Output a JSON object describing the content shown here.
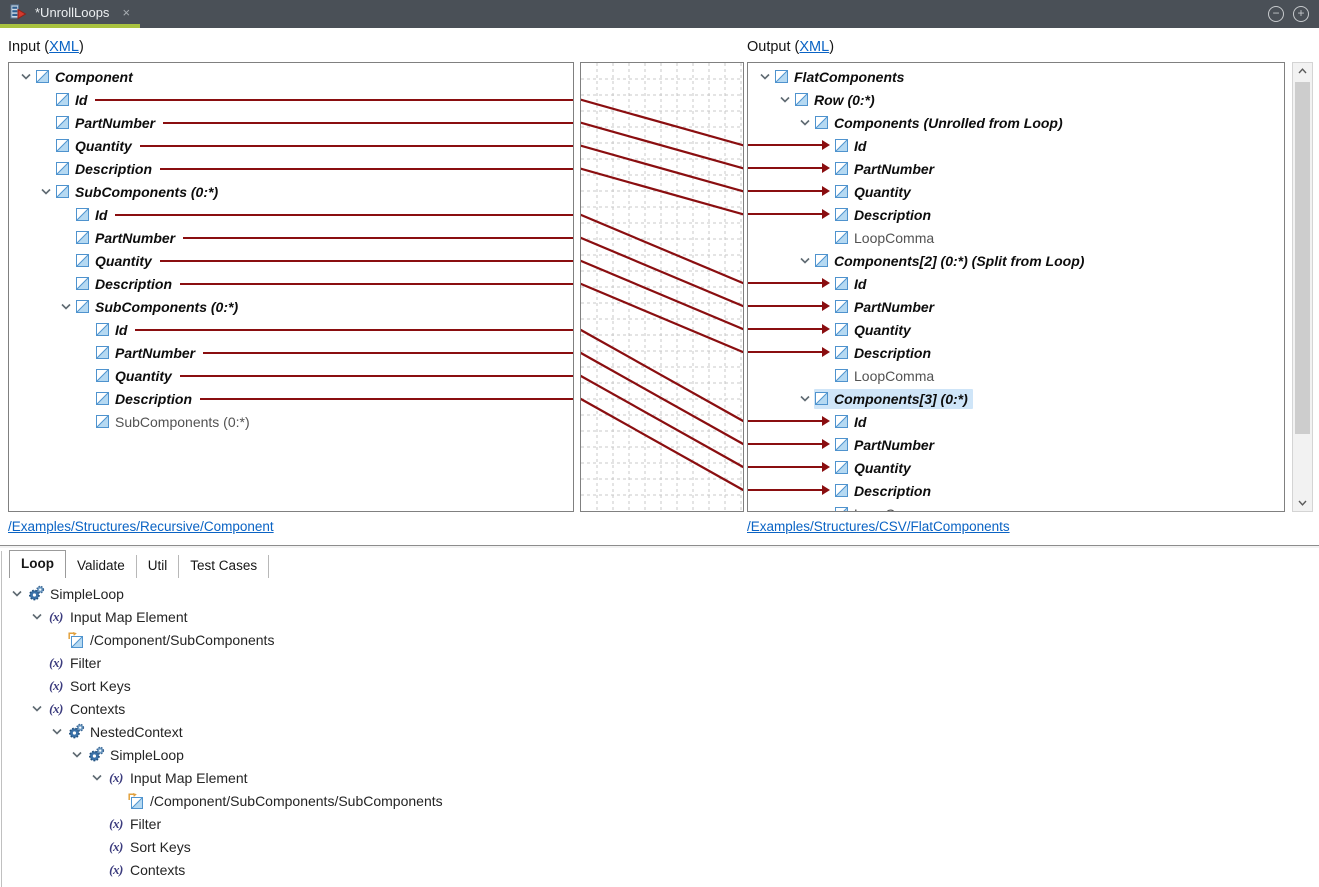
{
  "window": {
    "tab_title": "*UnrollLoops",
    "close_glyph": "×",
    "zoom_out_glyph": "−",
    "zoom_in_glyph": "+"
  },
  "panels": {
    "input": {
      "title_prefix": "Input (",
      "title_link": "XML",
      "title_suffix": ")",
      "path_link": "/Examples/Structures/Recursive/Component"
    },
    "output": {
      "title_prefix": "Output (",
      "title_link": "XML",
      "title_suffix": ")",
      "path_link": "/Examples/Structures/CSV/FlatComponents"
    }
  },
  "input_tree": [
    {
      "label": "Component",
      "depth": 0,
      "expanded": true,
      "style": "mapped"
    },
    {
      "label": "Id",
      "depth": 1,
      "style": "mapped",
      "line": true
    },
    {
      "label": "PartNumber",
      "depth": 1,
      "style": "mapped",
      "line": true
    },
    {
      "label": "Quantity",
      "depth": 1,
      "style": "mapped",
      "line": true
    },
    {
      "label": "Description",
      "depth": 1,
      "style": "mapped",
      "line": true
    },
    {
      "label": "SubComponents (0:*)",
      "depth": 1,
      "expanded": true,
      "style": "mapped"
    },
    {
      "label": "Id",
      "depth": 2,
      "style": "mapped",
      "line": true
    },
    {
      "label": "PartNumber",
      "depth": 2,
      "style": "mapped",
      "line": true
    },
    {
      "label": "Quantity",
      "depth": 2,
      "style": "mapped",
      "line": true
    },
    {
      "label": "Description",
      "depth": 2,
      "style": "mapped",
      "line": true
    },
    {
      "label": "SubComponents (0:*)",
      "depth": 2,
      "expanded": true,
      "style": "mapped"
    },
    {
      "label": "Id",
      "depth": 3,
      "style": "mapped",
      "line": true
    },
    {
      "label": "PartNumber",
      "depth": 3,
      "style": "mapped",
      "line": true
    },
    {
      "label": "Quantity",
      "depth": 3,
      "style": "mapped",
      "line": true
    },
    {
      "label": "Description",
      "depth": 3,
      "style": "mapped",
      "line": true
    },
    {
      "label": "SubComponents (0:*)",
      "depth": 3,
      "style": "plain"
    }
  ],
  "output_tree": [
    {
      "label": "FlatComponents",
      "depth": 0,
      "expanded": true,
      "style": "mapped"
    },
    {
      "label": "Row (0:*)",
      "depth": 1,
      "expanded": true,
      "style": "mapped"
    },
    {
      "label": "Components (Unrolled from Loop)",
      "depth": 2,
      "expanded": true,
      "style": "mapped"
    },
    {
      "label": "Id",
      "depth": 3,
      "style": "mapped",
      "arrow": true
    },
    {
      "label": "PartNumber",
      "depth": 3,
      "style": "mapped",
      "arrow": true
    },
    {
      "label": "Quantity",
      "depth": 3,
      "style": "mapped",
      "arrow": true
    },
    {
      "label": "Description",
      "depth": 3,
      "style": "mapped",
      "arrow": true
    },
    {
      "label": "LoopComma",
      "depth": 3,
      "style": "plain"
    },
    {
      "label": "Components[2] (0:*) (Split from Loop)",
      "depth": 2,
      "expanded": true,
      "style": "mapped"
    },
    {
      "label": "Id",
      "depth": 3,
      "style": "mapped",
      "arrow": true
    },
    {
      "label": "PartNumber",
      "depth": 3,
      "style": "mapped",
      "arrow": true
    },
    {
      "label": "Quantity",
      "depth": 3,
      "style": "mapped",
      "arrow": true
    },
    {
      "label": "Description",
      "depth": 3,
      "style": "mapped",
      "arrow": true
    },
    {
      "label": "LoopComma",
      "depth": 3,
      "style": "plain"
    },
    {
      "label": "Components[3] (0:*)",
      "depth": 2,
      "expanded": true,
      "style": "mapped",
      "selected": true
    },
    {
      "label": "Id",
      "depth": 3,
      "style": "mapped",
      "arrow": true
    },
    {
      "label": "PartNumber",
      "depth": 3,
      "style": "mapped",
      "arrow": true
    },
    {
      "label": "Quantity",
      "depth": 3,
      "style": "mapped",
      "arrow": true
    },
    {
      "label": "Description",
      "depth": 3,
      "style": "mapped",
      "arrow": true
    },
    {
      "label": "LoopComma",
      "depth": 3,
      "style": "plain"
    }
  ],
  "mappings": {
    "pairs": [
      [
        1,
        3
      ],
      [
        2,
        4
      ],
      [
        3,
        5
      ],
      [
        4,
        6
      ],
      [
        6,
        9
      ],
      [
        7,
        10
      ],
      [
        8,
        11
      ],
      [
        9,
        12
      ],
      [
        11,
        15
      ],
      [
        12,
        16
      ],
      [
        13,
        17
      ],
      [
        14,
        18
      ]
    ],
    "line_color": "#8a0e10",
    "grid_cell": 16,
    "grid_color": "#c9c9c9"
  },
  "bottom": {
    "tabs": [
      {
        "label": "Loop",
        "active": true
      },
      {
        "label": "Validate"
      },
      {
        "label": "Util"
      },
      {
        "label": "Test Cases"
      }
    ],
    "tree": [
      {
        "label": "SimpleLoop",
        "depth": 0,
        "expanded": true,
        "icon": "loop-icon"
      },
      {
        "label": "Input Map Element",
        "depth": 1,
        "expanded": true,
        "icon": "function-icon"
      },
      {
        "label": "/Component/SubComponents",
        "depth": 2,
        "icon": "map-element-icon"
      },
      {
        "label": "Filter",
        "depth": 1,
        "icon": "function-icon"
      },
      {
        "label": "Sort Keys",
        "depth": 1,
        "icon": "function-icon"
      },
      {
        "label": "Contexts",
        "depth": 1,
        "expanded": true,
        "icon": "function-icon"
      },
      {
        "label": "NestedContext",
        "depth": 2,
        "expanded": true,
        "icon": "loop-icon"
      },
      {
        "label": "SimpleLoop",
        "depth": 3,
        "expanded": true,
        "icon": "loop-icon"
      },
      {
        "label": "Input Map Element",
        "depth": 4,
        "expanded": true,
        "icon": "function-icon"
      },
      {
        "label": "/Component/SubComponents/SubComponents",
        "depth": 5,
        "icon": "map-element-icon"
      },
      {
        "label": "Filter",
        "depth": 4,
        "icon": "function-icon"
      },
      {
        "label": "Sort Keys",
        "depth": 4,
        "icon": "function-icon"
      },
      {
        "label": "Contexts",
        "depth": 4,
        "icon": "function-icon"
      }
    ]
  },
  "colors": {
    "accent_green": "#a9c23f",
    "map_line": "#8a0e10",
    "link": "#0a63c4",
    "selection": "#cfe5f8",
    "topbar": "#4a5057"
  }
}
